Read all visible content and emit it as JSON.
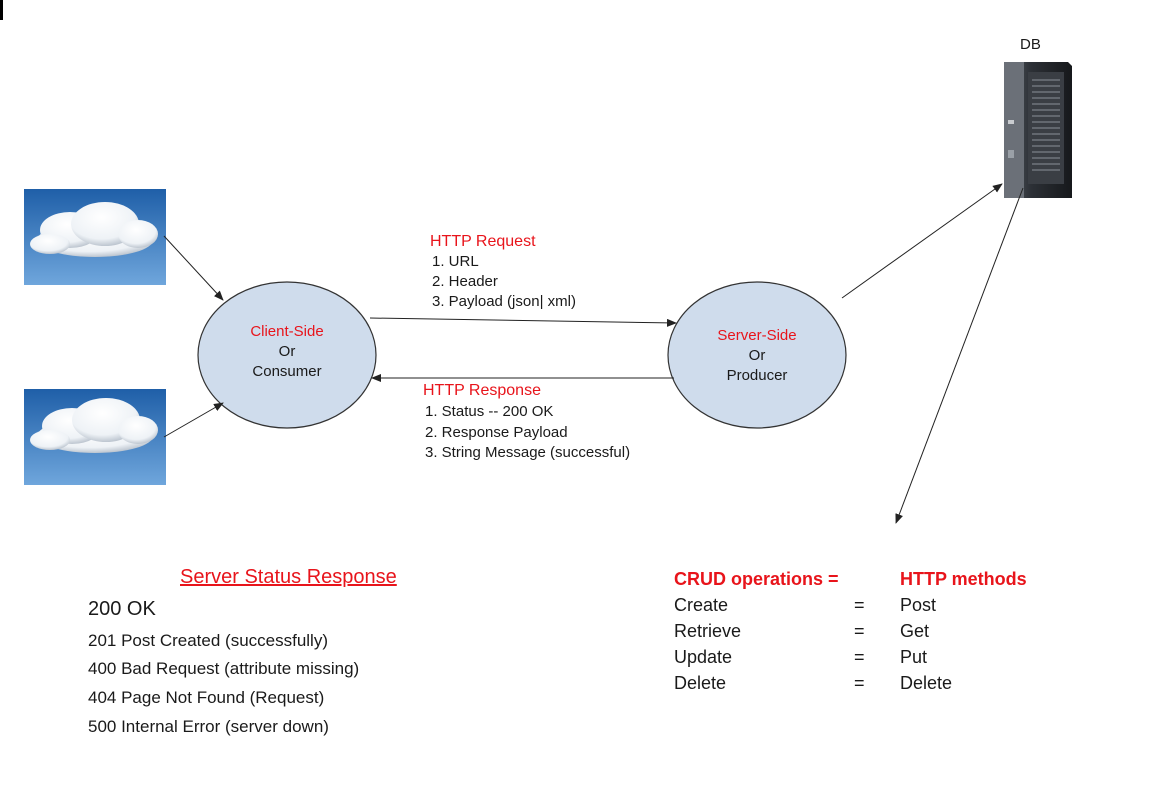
{
  "db_label": "DB",
  "client": {
    "line1": "Client-Side",
    "line2": "Or",
    "line3": "Consumer"
  },
  "server": {
    "line1": "Server-Side",
    "line2": "Or",
    "line3": "Producer"
  },
  "request": {
    "title": "HTTP Request",
    "items": [
      "1. URL",
      "2. Header",
      "3. Payload (json| xml)"
    ]
  },
  "response": {
    "title": "HTTP Response",
    "items": [
      "1. Status -- 200 OK",
      "2. Response Payload",
      "3. String Message (successful)"
    ]
  },
  "status": {
    "title": "Server Status Response",
    "items": [
      "200 OK",
      "201 Post Created (successfully)",
      "400 Bad Request (attribute missing)",
      "404 Page Not Found (Request)",
      "500 Internal Error (server down)"
    ]
  },
  "crud": {
    "header_left": "CRUD operations =",
    "header_right": "HTTP methods",
    "rows": [
      {
        "op": "Create",
        "eq": "=",
        "method": "Post"
      },
      {
        "op": "Retrieve",
        "eq": "=",
        "method": "Get"
      },
      {
        "op": "Update",
        "eq": "=",
        "method": "Put"
      },
      {
        "op": "Delete",
        "eq": "=",
        "method": "Delete"
      }
    ]
  },
  "colors": {
    "accent_red": "#e8141b",
    "node_fill": "#cfdcec",
    "sky_blue": "#3f7fc4"
  },
  "icons": [
    "cloud-image",
    "cloud-image",
    "server-tower-icon"
  ]
}
